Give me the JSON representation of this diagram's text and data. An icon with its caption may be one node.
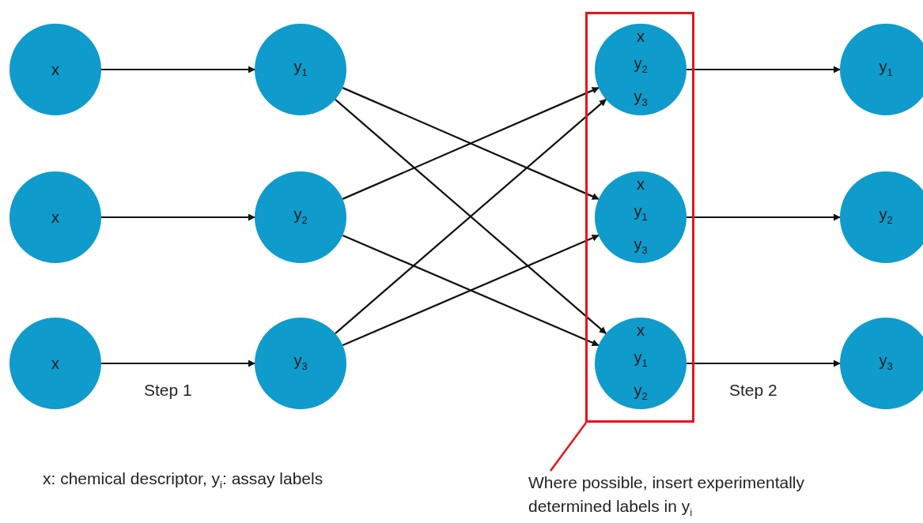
{
  "diagram": {
    "nodes": [
      {
        "text": [
          "x"
        ]
      },
      {
        "text": [
          "x"
        ]
      },
      {
        "text": [
          "x"
        ]
      },
      {
        "text": [
          "y$_{1}$"
        ]
      },
      {
        "text": [
          "y$_{2}$"
        ]
      },
      {
        "text": [
          "y$_{3}$"
        ]
      },
      {
        "text": [],
        "shape": "box"
      },
      {
        "text": [
          "x",
          "y$_{2}$",
          "y$_{3}$"
        ],
        "in": 6
      },
      {
        "text": [
          "x",
          "y$_{1}$",
          "y$_{3}$"
        ],
        "in": 6
      },
      {
        "text": [
          "x",
          "y$_{1}$",
          "y$_{2}$"
        ],
        "in": 6
      },
      {
        "text": [
          "y$_{1}$"
        ]
      },
      {
        "text": [
          "y$_{2}$"
        ]
      },
      {
        "text": [
          "y$_{3}$"
        ]
      },
      {
        "text": [
          "Where possible, insert experimentally determined labels in y$_{i}$"
        ]
      }
    ],
    "edges": [
      {
        "from": 0,
        "to": 3,
        "arrow": "to"
      },
      {
        "from": 1,
        "to": 4,
        "arrow": "to"
      },
      {
        "from": 2,
        "to": 5,
        "arrow": "to"
      },
      {
        "from": 3,
        "to": 8,
        "arrow": "to"
      },
      {
        "from": 3,
        "to": 9,
        "arrow": "to"
      },
      {
        "from": 4,
        "to": 7,
        "arrow": "to"
      },
      {
        "from": 4,
        "to": 9,
        "arrow": "to"
      },
      {
        "from": 5,
        "to": 7,
        "arrow": "to"
      },
      {
        "from": 5,
        "to": 8,
        "arrow": "to"
      },
      {
        "from": 7,
        "to": 10,
        "arrow": "to"
      },
      {
        "from": 8,
        "to": 11,
        "arrow": "to"
      },
      {
        "from": 9,
        "to": 12,
        "arrow": "to"
      },
      {
        "from": 13,
        "to": 6,
        "arrow": "none",
        "color": "#e8141b"
      }
    ],
    "labels": [
      "Step 1",
      "Step 2",
      "x: chemical descriptor, y$_{i}$: assay labels"
    ]
  }
}
